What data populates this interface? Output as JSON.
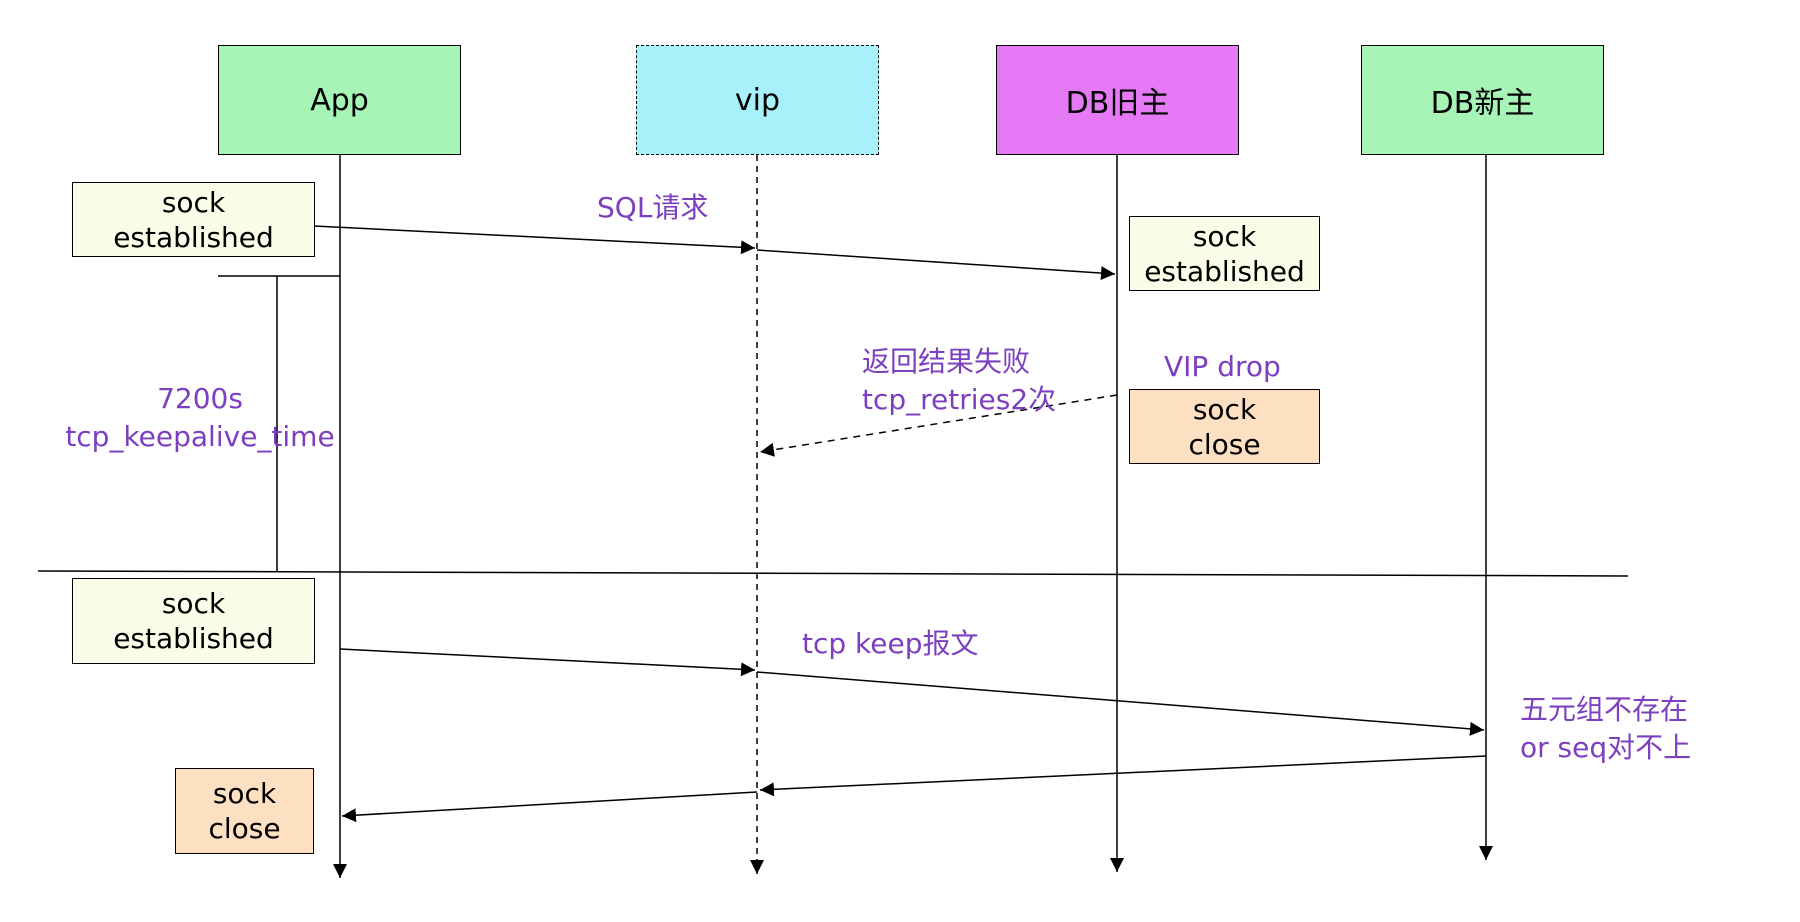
{
  "actors": {
    "app": "App",
    "vip": "vip",
    "db_old": "DB旧主",
    "db_new": "DB新主"
  },
  "states": {
    "app_established_1": {
      "line1": "sock",
      "line2": "established"
    },
    "db_old_established": {
      "line1": "sock",
      "line2": "established"
    },
    "db_old_close": {
      "line1": "sock",
      "line2": "close"
    },
    "app_established_2": {
      "line1": "sock",
      "line2": "established"
    },
    "app_close": {
      "line1": "sock",
      "line2": "close"
    }
  },
  "labels": {
    "sql_request": "SQL请求",
    "return_fail_line1": "返回结果失败",
    "return_fail_line2": "tcp_retries2次",
    "vip_drop": "VIP drop",
    "keepalive_line1": "7200s",
    "keepalive_line2": "tcp_keepalive_time",
    "tcp_keep": "tcp keep报文",
    "tuple_line1": "五元组不存在",
    "tuple_line2": "or seq对不上"
  },
  "colors": {
    "label_text": "#7c3fbf",
    "actor_green": "#a6f5b7",
    "actor_cyan": "#a8f0fa",
    "actor_pink": "#e67af6",
    "state_ivory": "#fcfde9",
    "state_peach": "#fde0c2"
  }
}
